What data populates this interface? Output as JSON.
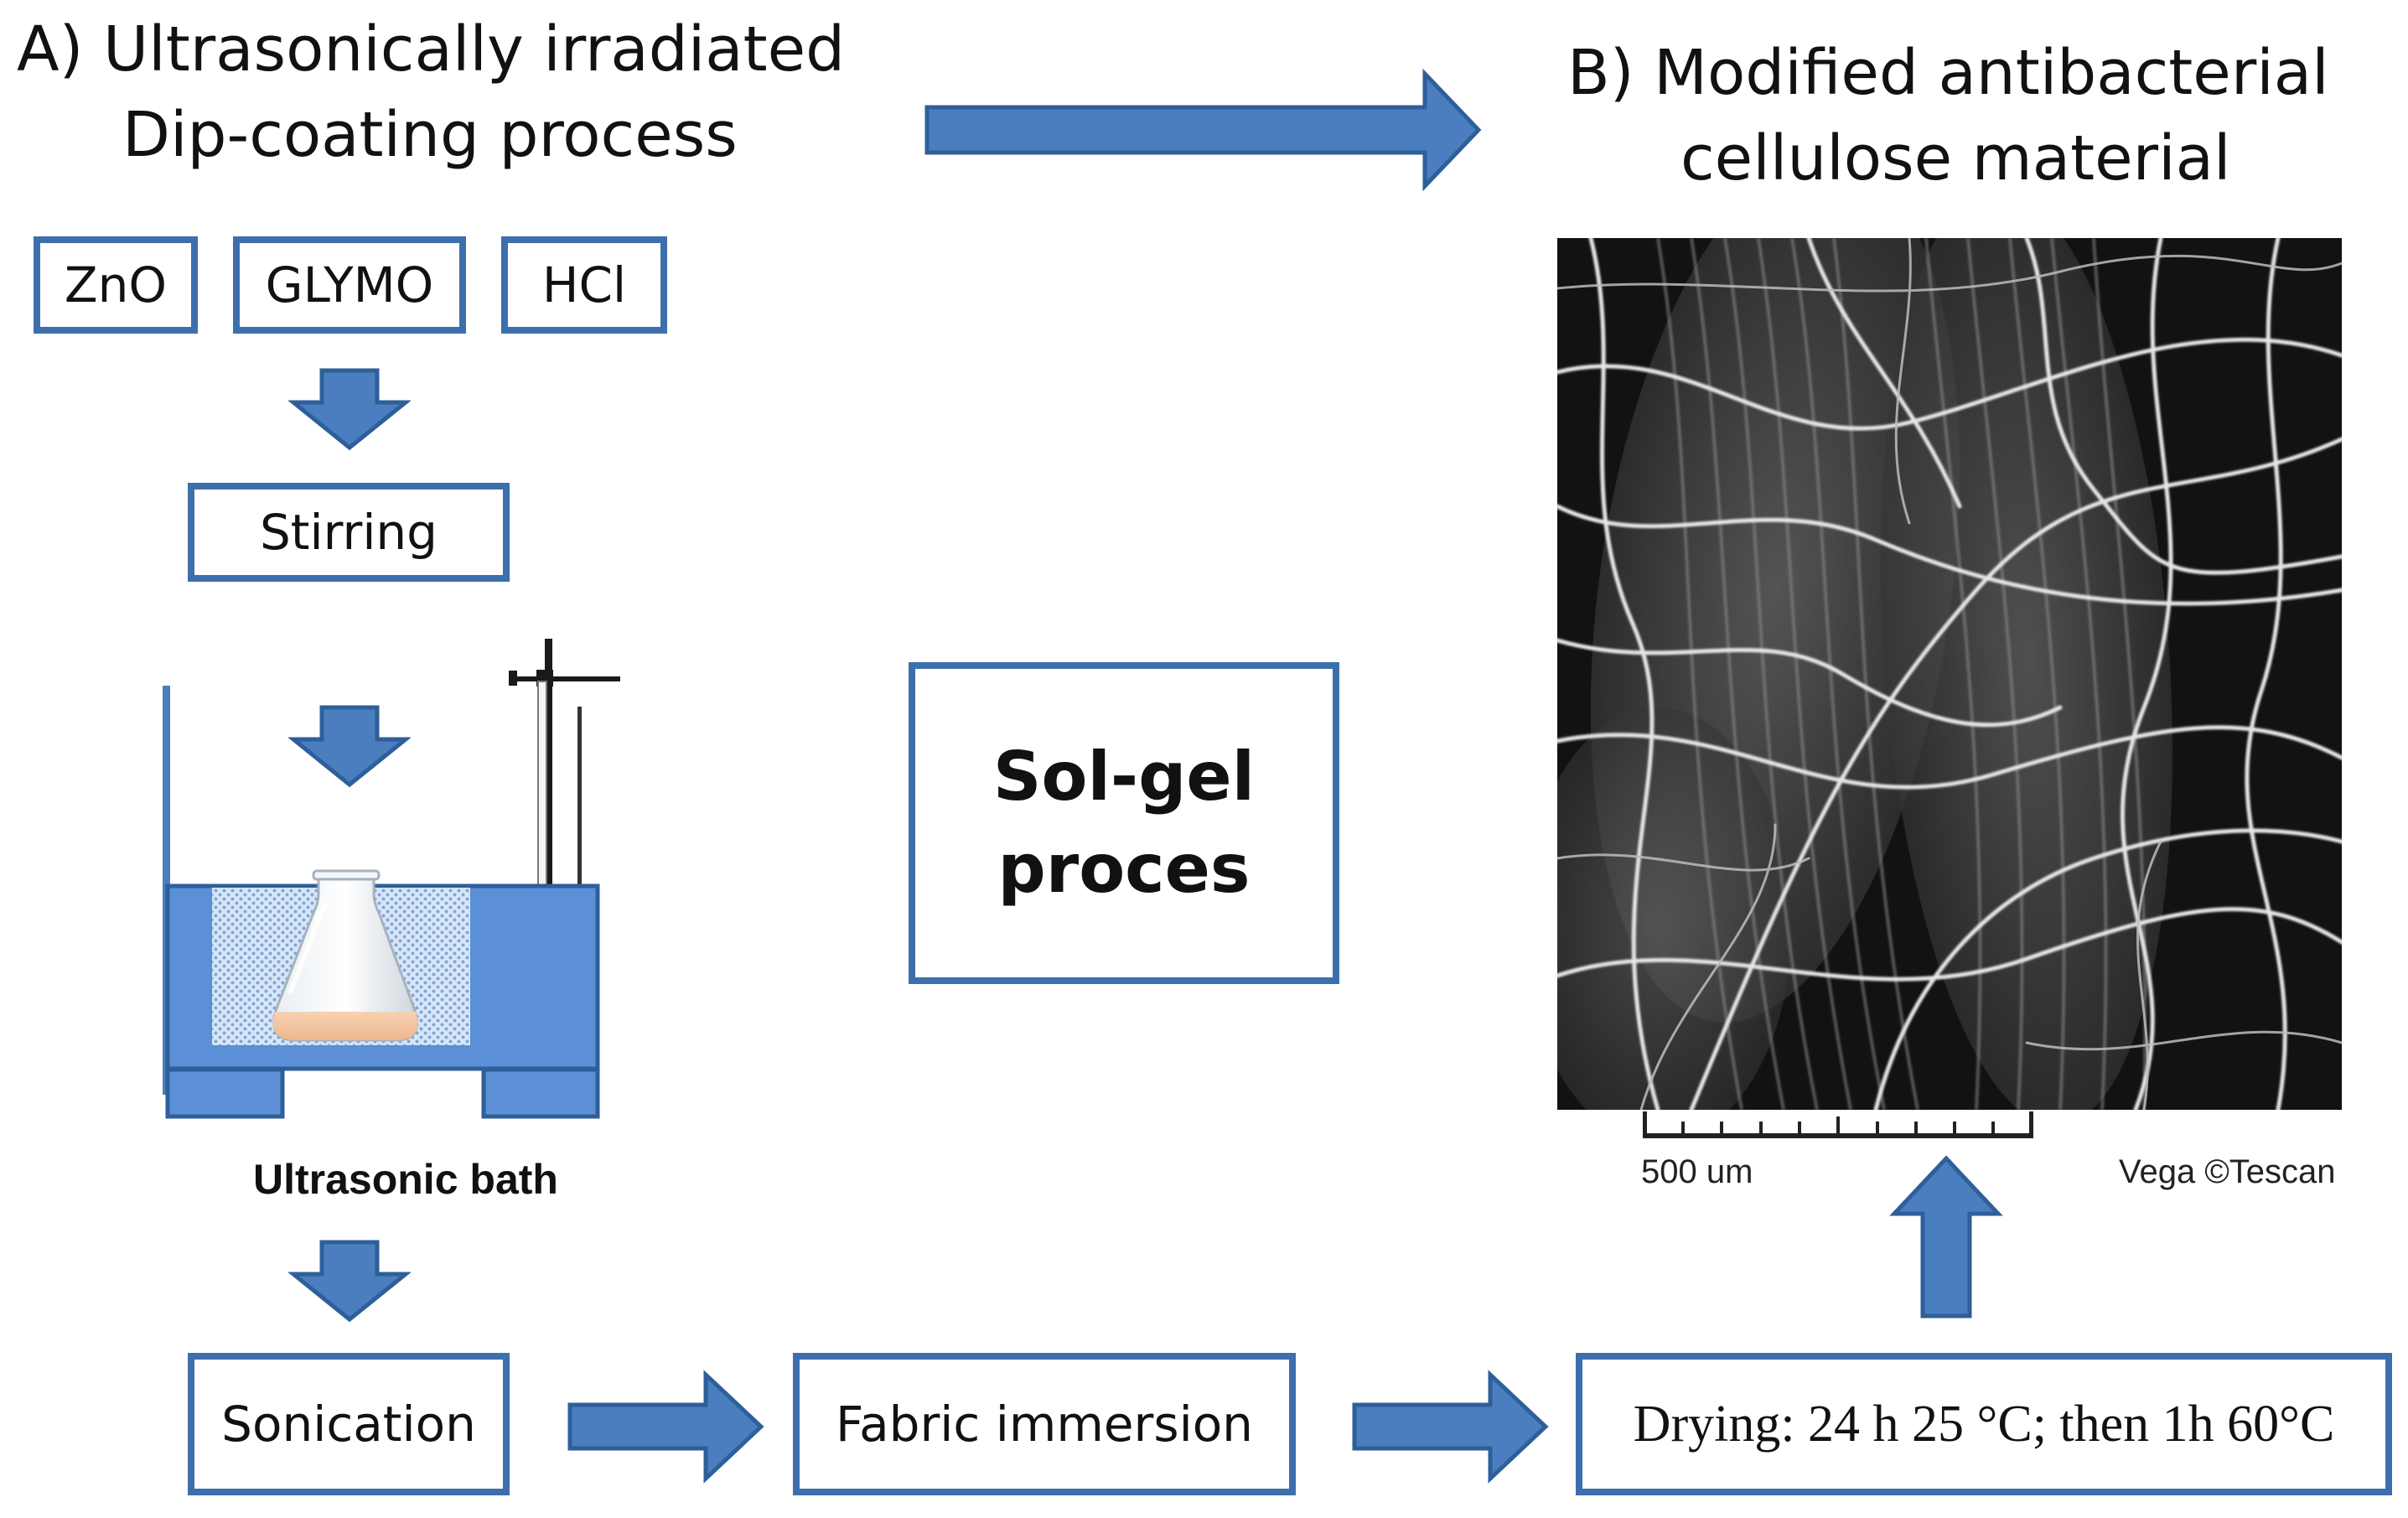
{
  "section_a": {
    "line1": "A) Ultrasonically irradiated",
    "line2": "Dip-coating process"
  },
  "section_b": {
    "line1": "B) Modified antibacterial",
    "line2": "cellulose material"
  },
  "reagents": [
    "ZnO",
    "GLYMO",
    "HCl"
  ],
  "steps": {
    "stirring": "Stirring",
    "bath_label": "Ultrasonic bath",
    "sonication": "Sonication",
    "fabric_immersion": "Fabric immersion",
    "drying": "Drying: 24 h 25 °C; then 1h 60°C"
  },
  "center_box": {
    "line1": "Sol-gel",
    "line2": "proces"
  },
  "sem_image": {
    "scale_label": "500 um",
    "credit": "Vega ©Tescan"
  },
  "colors": {
    "arrow_fill": "#4a7ebf",
    "arrow_stroke": "#2f5f99",
    "box_border": "#3d6fad",
    "bath_fill": "#5b8fd6"
  }
}
